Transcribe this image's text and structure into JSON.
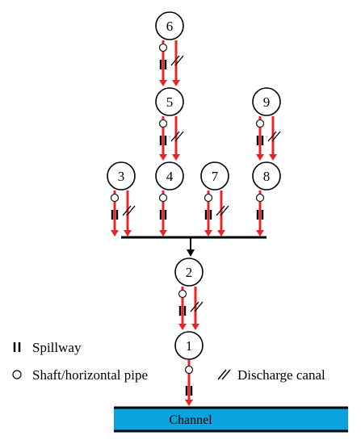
{
  "nodes": [
    {
      "id": "n6",
      "label": "6"
    },
    {
      "id": "n5",
      "label": "5"
    },
    {
      "id": "n9",
      "label": "9"
    },
    {
      "id": "n3",
      "label": "3"
    },
    {
      "id": "n4",
      "label": "4"
    },
    {
      "id": "n7",
      "label": "7"
    },
    {
      "id": "n8",
      "label": "8"
    },
    {
      "id": "n2",
      "label": "2"
    },
    {
      "id": "n1",
      "label": "1"
    }
  ],
  "legend": {
    "spillway": "Spillway",
    "shaft": "Shaft/horizontal pipe",
    "canal": "Discharge canal"
  },
  "channel": {
    "label": "Channel",
    "fill_color": "#0aa3e0"
  },
  "colors": {
    "flow_arrow": "#e8242b",
    "line": "#000000"
  },
  "icons": [
    "spillway-icon",
    "shaft-icon",
    "discharge-canal-icon",
    "flow-arrow-icon"
  ]
}
